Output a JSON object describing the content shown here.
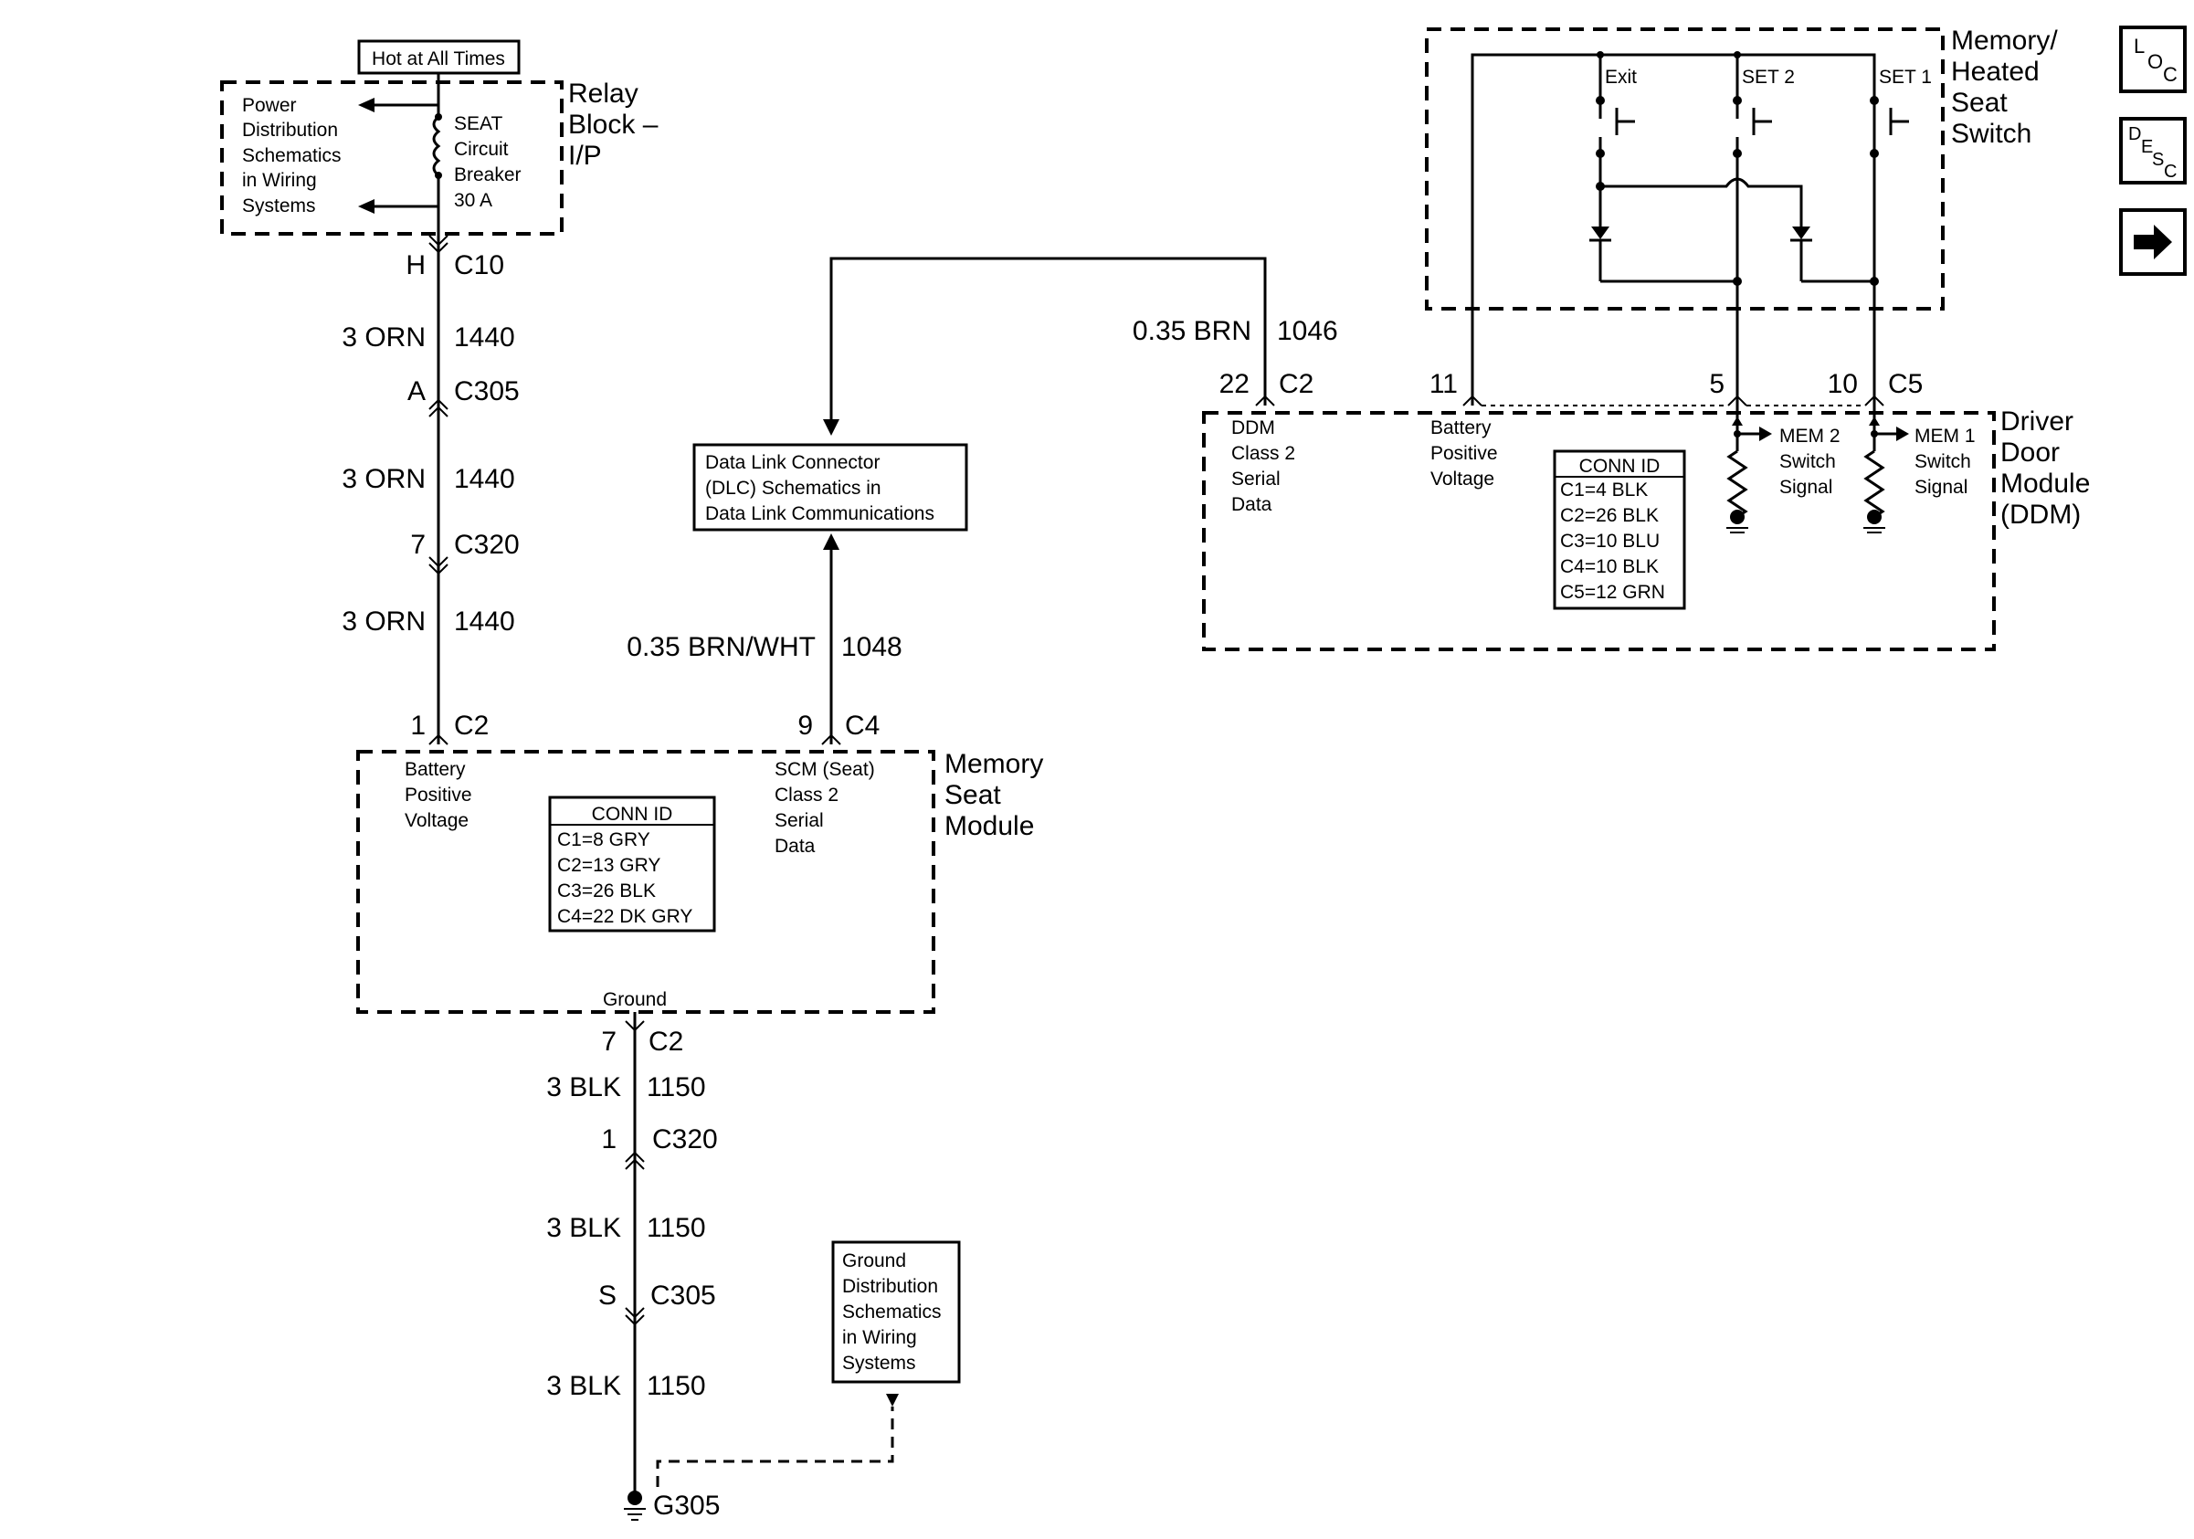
{
  "top_label": "Hot at All Times",
  "relay_block": {
    "title": [
      "Relay",
      "Block –",
      "I/P"
    ],
    "pds_note": [
      "Power",
      "Distribution",
      "Schematics",
      "in Wiring",
      "Systems"
    ],
    "breaker": [
      "SEAT",
      "Circuit",
      "Breaker",
      "30 A"
    ]
  },
  "left_wire": {
    "c10_pin": "H",
    "c10_conn": "C10",
    "seg1_wire": "3 ORN",
    "seg1_circuit": "1440",
    "c305_pin": "A",
    "c305_conn": "C305",
    "seg2_wire": "3 ORN",
    "seg2_circuit": "1440",
    "c320_pin": "7",
    "c320_conn": "C320",
    "seg3_wire": "3 ORN",
    "seg3_circuit": "1440",
    "msm_pin": "1",
    "msm_conn": "C2"
  },
  "memory_seat_module": {
    "title": [
      "Memory",
      "Seat",
      "Module"
    ],
    "batt_label": [
      "Battery",
      "Positive",
      "Voltage"
    ],
    "scm_label": [
      "SCM (Seat)",
      "Class 2",
      "Serial",
      "Data"
    ],
    "conn_id_title": "CONN ID",
    "conn_ids": [
      "C1=8 GRY",
      "C2=13 GRY",
      "C3=26 BLK",
      "C4=22 DK GRY"
    ],
    "ground_label": "Ground"
  },
  "dlc": {
    "text": [
      "Data Link Connector",
      "(DLC) Schematics in",
      "Data Link Communications"
    ],
    "wire": "0.35 BRN/WHT",
    "circuit": "1048",
    "pin": "9",
    "conn": "C4"
  },
  "ddm_wire": {
    "wire": "0.35 BRN",
    "circuit": "1046"
  },
  "ground_wire": {
    "pin1": "7",
    "conn1": "C2",
    "seg1_wire": "3 BLK",
    "seg1_circuit": "1150",
    "pin2": "1",
    "conn2": "C320",
    "seg2_wire": "3 BLK",
    "seg2_circuit": "1150",
    "pin3": "S",
    "conn3": "C305",
    "seg3_wire": "3 BLK",
    "seg3_circuit": "1150",
    "ground_id": "G305"
  },
  "gds_note": [
    "Ground",
    "Distribution",
    "Schematics",
    "in Wiring",
    "Systems"
  ],
  "ddm": {
    "title": [
      "Driver",
      "Door",
      "Module",
      "(DDM)"
    ],
    "pin_22": "22",
    "conn_c2": "C2",
    "pin_11": "11",
    "pin_5": "5",
    "pin_10": "10",
    "conn_c5": "C5",
    "serial_label": [
      "DDM",
      "Class 2",
      "Serial",
      "Data"
    ],
    "batt_label": [
      "Battery",
      "Positive",
      "Voltage"
    ],
    "mem2_label": [
      "MEM 2",
      "Switch",
      "Signal"
    ],
    "mem1_label": [
      "MEM 1",
      "Switch",
      "Signal"
    ],
    "conn_id_title": "CONN ID",
    "conn_ids": [
      "C1=4 BLK",
      "C2=26 BLK",
      "C3=10 BLU",
      "C4=10 BLK",
      "C5=12 GRN"
    ]
  },
  "switch": {
    "title": [
      "Memory/",
      "Heated",
      "Seat",
      "Switch"
    ],
    "exit": "Exit",
    "set2": "SET 2",
    "set1": "SET 1"
  },
  "nav": {
    "loc_icon": "loc-icon",
    "desc_icon": "desc-icon",
    "next_icon": "arrow-right-icon"
  }
}
